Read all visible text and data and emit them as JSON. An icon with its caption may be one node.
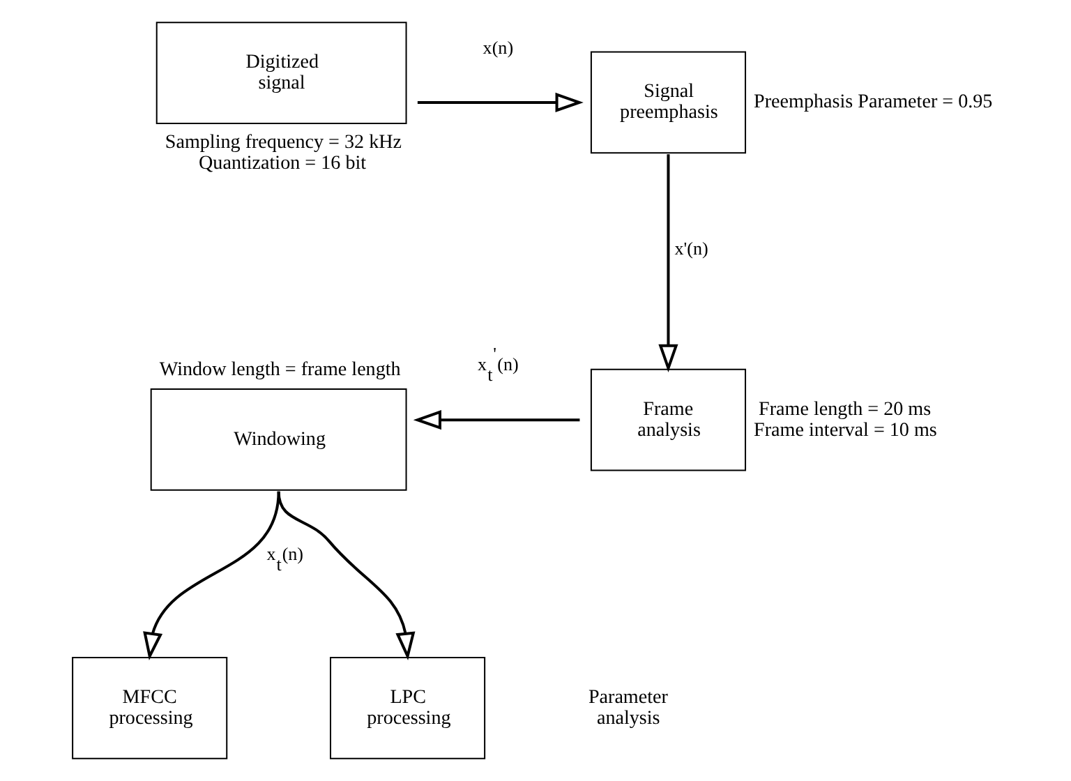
{
  "diagram": {
    "nodes": [
      {
        "text": [
          "Digitized signal"
        ],
        "beside": [
          "Sampling frequency = 32 kHz",
          "Quantization = 16 bit"
        ]
      },
      {
        "text": [
          "Signal preemphasis"
        ],
        "beside": [
          "Preemphasis Parameter = 0.95"
        ]
      },
      {
        "text": [
          "Frame analysis"
        ],
        "beside": [
          "Frame length = 20 ms",
          "Frame interval = 10 ms"
        ]
      },
      {
        "text": [
          "Windowing"
        ],
        "beside": [
          "Window length = frame length"
        ]
      },
      {
        "text": [
          "MFCC processing"
        ]
      },
      {
        "text": [
          "LPC processing"
        ]
      }
    ],
    "edges": [
      {
        "from": 0,
        "to": 1,
        "arrow": "to",
        "label": "x(n)"
      },
      {
        "from": 1,
        "to": 2,
        "arrow": "to",
        "label": "x'(n)"
      },
      {
        "from": 2,
        "to": 3,
        "arrow": "to",
        "label": "x$_{t}$$^{'}$(n)"
      },
      {
        "from": 3,
        "to": 4,
        "arrow": "to",
        "label": "x$_{t}$(n)"
      },
      {
        "from": 3,
        "to": 5,
        "arrow": "to"
      }
    ],
    "labels": [
      "Parameter analysis"
    ]
  }
}
